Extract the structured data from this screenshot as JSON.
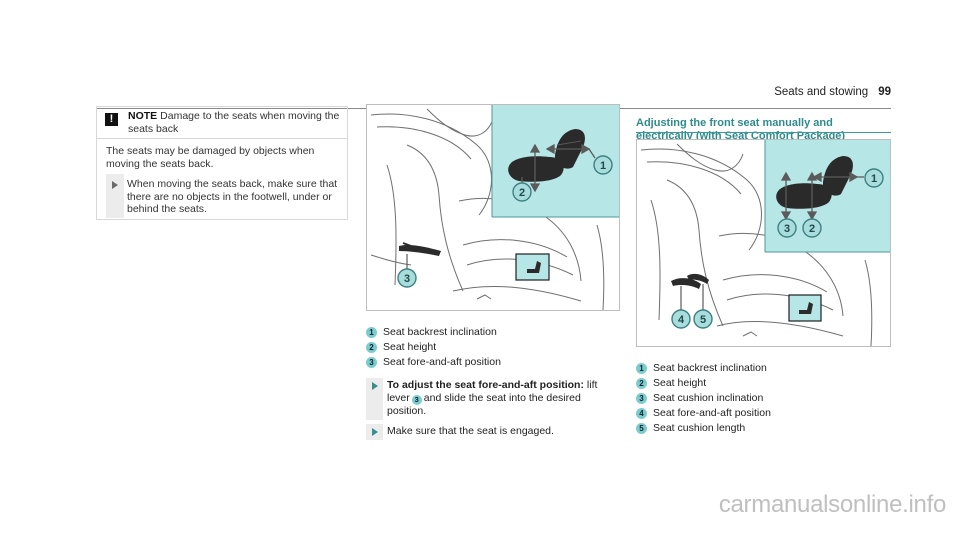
{
  "header": {
    "section": "Seats and stowing",
    "page_number": "99"
  },
  "note": {
    "label": "NOTE",
    "title": "Damage to the seats when moving the seats back",
    "body": "The seats may be damaged by objects when moving the seats back.",
    "step": "When moving the seats back, make sure that there are no objects in the footwell, under or behind the seats.",
    "icon": "warning-icon"
  },
  "figure1": {
    "callouts": [
      "1",
      "2",
      "3"
    ],
    "legend": [
      {
        "num": "1",
        "label": "Seat backrest inclination"
      },
      {
        "num": "2",
        "label": "Seat height"
      },
      {
        "num": "3",
        "label": "Seat fore-and-aft position"
      }
    ]
  },
  "steps": {
    "step1_bold": "To adjust the seat fore-and-aft position:",
    "step1_a": "lift lever",
    "step1_ref": "3",
    "step1_b": "and slide the seat into the desired position.",
    "step2": "Make sure that the seat is engaged."
  },
  "section2": {
    "title": "Adjusting the front seat manually and electrically (with Seat Comfort Package)",
    "callouts": [
      "1",
      "2",
      "3",
      "4",
      "5"
    ],
    "legend": [
      {
        "num": "1",
        "label": "Seat backrest inclination"
      },
      {
        "num": "2",
        "label": "Seat height"
      },
      {
        "num": "3",
        "label": "Seat cushion inclination"
      },
      {
        "num": "4",
        "label": "Seat fore-and-aft position"
      },
      {
        "num": "5",
        "label": "Seat cushion length"
      }
    ]
  },
  "colors": {
    "accent": "#3d9b9b",
    "callout_fill": "#a9dcdc",
    "inset_bg": "#b7e6e6"
  },
  "watermark": "carmanualsonline.info"
}
